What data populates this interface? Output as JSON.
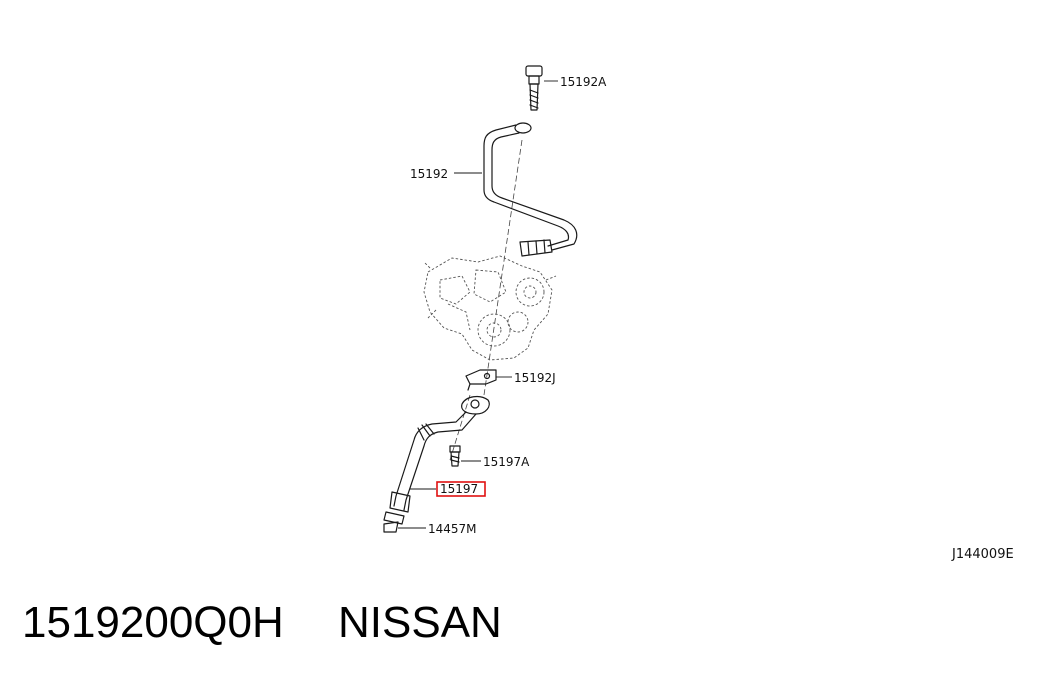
{
  "labels": {
    "bolt_top": "15192A",
    "tube": "15192",
    "bracket": "15192J",
    "bolt_lower": "15197A",
    "hose": "15197",
    "fitting": "14457M"
  },
  "figure_code": "J144009E",
  "part_number": "1519200Q0H",
  "brand": "NISSAN",
  "colors": {
    "highlight": "#e01010"
  }
}
